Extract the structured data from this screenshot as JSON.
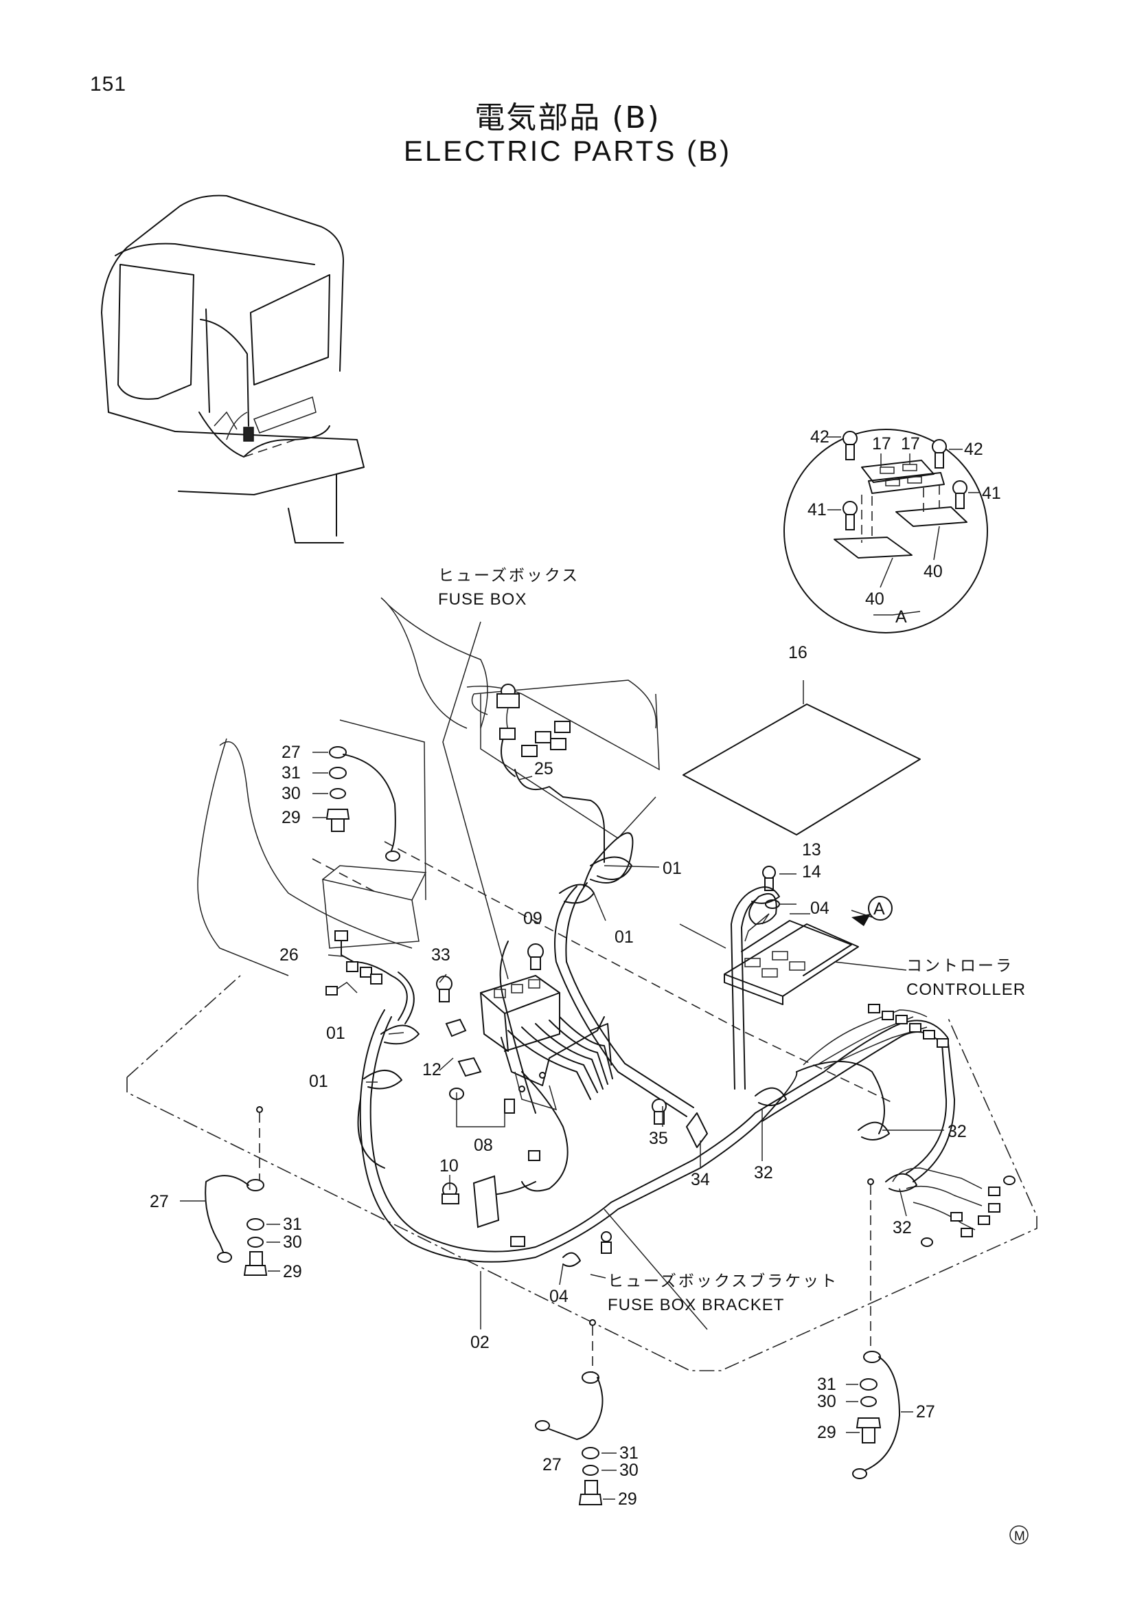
{
  "page_number": "151",
  "title_jp": "電気部品 (B)",
  "title_en": "ELECTRIC PARTS (B)",
  "callouts": {
    "fuse_box": {
      "jp": "ヒューズボックス",
      "en": "FUSE BOX"
    },
    "controller": {
      "jp": "コントローラ",
      "en": "CONTROLLER"
    },
    "fuse_box_bracket": {
      "jp": "ヒューズボックスブラケット",
      "en": "FUSE BOX BRACKET"
    },
    "detail_ref": "A"
  },
  "detail_a": {
    "labels": [
      "42",
      "17",
      "17",
      "42",
      "41",
      "41",
      "40",
      "40"
    ],
    "title": "A"
  },
  "part_labels": {
    "p16": "16",
    "p13": "13",
    "p14": "14",
    "p04a": "04",
    "p25": "25",
    "p01a": "01",
    "p01b": "01",
    "p09": "09",
    "p27a": "27",
    "p31a": "31",
    "p30a": "30",
    "p29a": "29",
    "p26": "26",
    "p33": "33",
    "p01c": "01",
    "p01d": "01",
    "p12": "12",
    "p08": "08",
    "p10": "10",
    "p35": "35",
    "p34": "34",
    "p32a": "32",
    "p32b": "32",
    "p32c": "32",
    "p27b": "27",
    "p31b": "31",
    "p30b": "30",
    "p29b": "29",
    "p04b": "04",
    "p02": "02",
    "p27c": "27",
    "p31c": "31",
    "p30c": "30",
    "p29c": "29",
    "p27d": "27",
    "p31d": "31",
    "p30d": "30",
    "p29d": "29"
  },
  "mark": "M"
}
